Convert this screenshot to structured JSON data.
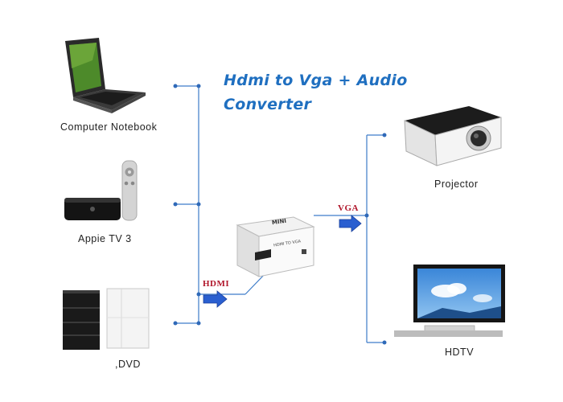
{
  "title": {
    "line1": "Hdmi to Vga + Audio",
    "line2": "Converter"
  },
  "sources": [
    {
      "label": "Computer Notebook",
      "icon": "laptop-icon"
    },
    {
      "label": "Appie TV 3",
      "icon": "apple-tv-icon"
    },
    {
      "label": ",DVD",
      "icon": "game-console-icon"
    }
  ],
  "outputs": [
    {
      "label": "Projector",
      "icon": "projector-icon"
    },
    {
      "label": "HDTV",
      "icon": "tv-icon"
    }
  ],
  "converter": {
    "top_label": "MINI",
    "body_label": "HDMI TO VGA"
  },
  "connections": {
    "input": "HDMI",
    "output": "VGA"
  },
  "colors": {
    "line": "#3d7cc9",
    "node": "#2f69b8",
    "arrow": "#2a5fd0",
    "title": "#1f6fc0",
    "tag": "#b0152a"
  }
}
